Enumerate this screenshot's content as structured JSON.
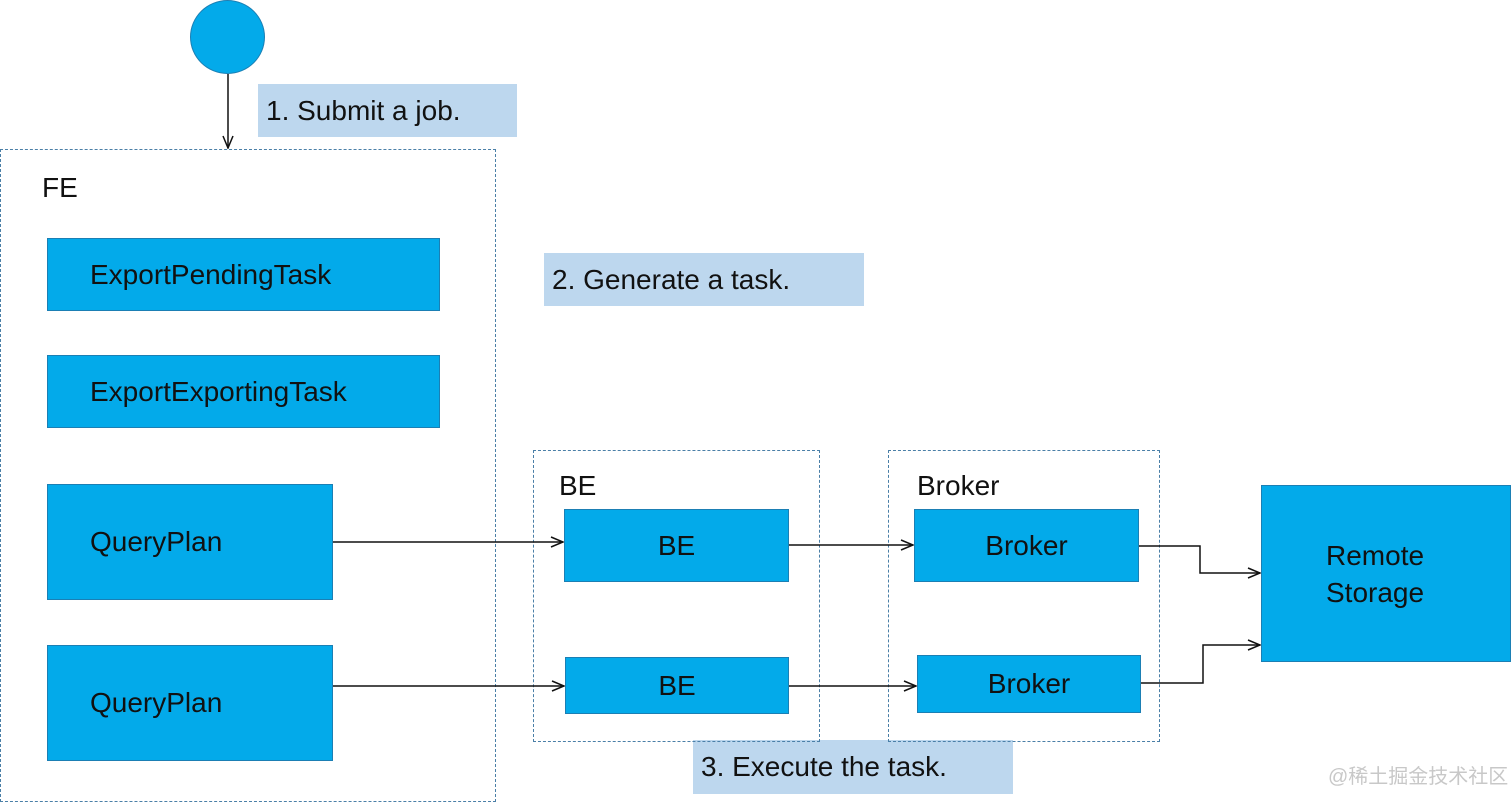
{
  "notes": {
    "submit": "1. Submit a job.",
    "generate": "2. Generate a task.",
    "execute": "3. Execute the task."
  },
  "groups": {
    "fe": "FE",
    "be": "BE",
    "broker": "Broker"
  },
  "fe_boxes": {
    "pending": "ExportPendingTask",
    "exporting": "ExportExportingTask",
    "query_plan_1": "QueryPlan",
    "query_plan_2": "QueryPlan"
  },
  "be_boxes": {
    "be_1": "BE",
    "be_2": "BE"
  },
  "broker_boxes": {
    "broker_1": "Broker",
    "broker_2": "Broker"
  },
  "remote_storage": {
    "line1": "Remote",
    "line2": "Storage"
  },
  "watermark": "@稀土掘金技术社区",
  "colors": {
    "box_fill": "#03aaea",
    "note_fill": "#bdd7ee",
    "dashed_border": "#4a7fa7"
  }
}
